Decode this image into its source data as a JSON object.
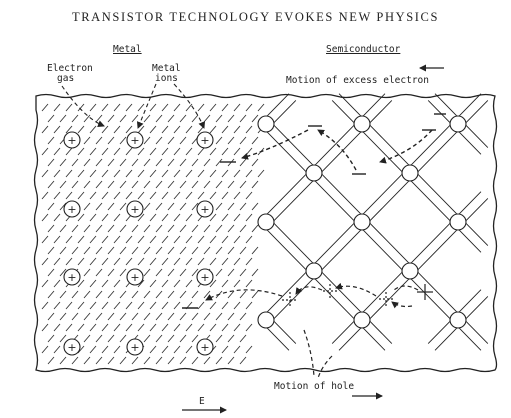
{
  "title": "TRANSISTOR TECHNOLOGY EVOKES NEW PHYSICS",
  "labels": {
    "metal": "Metal",
    "semiconductor": "Semiconductor",
    "electron_gas": "Electron gas",
    "electron_gas_line1": "Electron",
    "electron_gas_line2": "gas",
    "metal_ions_line1": "Metal",
    "metal_ions_line2": "ions",
    "motion_excess_electron": "Motion of excess electron",
    "motion_of_hole": "Motion of hole",
    "field": "E"
  },
  "ion_symbol": "+",
  "colors": {
    "ink": "#222222",
    "background": "#ffffff"
  }
}
